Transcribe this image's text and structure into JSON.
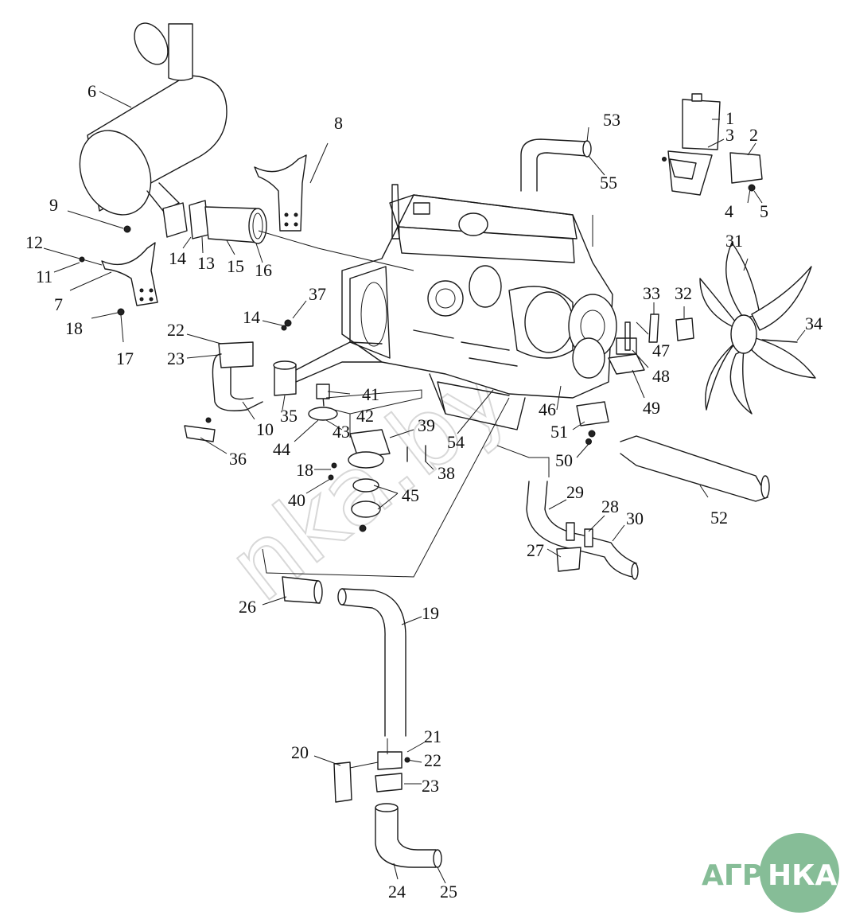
{
  "diagram": {
    "callouts": [
      {
        "id": "c1",
        "text": "1"
      },
      {
        "id": "c2",
        "text": "2"
      },
      {
        "id": "c3",
        "text": "3"
      },
      {
        "id": "c4",
        "text": "4"
      },
      {
        "id": "c5",
        "text": "5"
      },
      {
        "id": "c6",
        "text": "6"
      },
      {
        "id": "c7",
        "text": "7"
      },
      {
        "id": "c8",
        "text": "8"
      },
      {
        "id": "c9",
        "text": "9"
      },
      {
        "id": "c10",
        "text": "10"
      },
      {
        "id": "c11",
        "text": "11"
      },
      {
        "id": "c12",
        "text": "12"
      },
      {
        "id": "c13",
        "text": "13"
      },
      {
        "id": "c14a",
        "text": "14"
      },
      {
        "id": "c14b",
        "text": "14"
      },
      {
        "id": "c15",
        "text": "15"
      },
      {
        "id": "c16",
        "text": "16"
      },
      {
        "id": "c17",
        "text": "17"
      },
      {
        "id": "c18a",
        "text": "18"
      },
      {
        "id": "c18b",
        "text": "18"
      },
      {
        "id": "c19",
        "text": "19"
      },
      {
        "id": "c20",
        "text": "20"
      },
      {
        "id": "c21",
        "text": "21"
      },
      {
        "id": "c22a",
        "text": "22"
      },
      {
        "id": "c22b",
        "text": "22"
      },
      {
        "id": "c23a",
        "text": "23"
      },
      {
        "id": "c23b",
        "text": "23"
      },
      {
        "id": "c24",
        "text": "24"
      },
      {
        "id": "c25",
        "text": "25"
      },
      {
        "id": "c26",
        "text": "26"
      },
      {
        "id": "c27",
        "text": "27"
      },
      {
        "id": "c28",
        "text": "28"
      },
      {
        "id": "c29",
        "text": "29"
      },
      {
        "id": "c30",
        "text": "30"
      },
      {
        "id": "c31",
        "text": "31"
      },
      {
        "id": "c32",
        "text": "32"
      },
      {
        "id": "c33",
        "text": "33"
      },
      {
        "id": "c34",
        "text": "34"
      },
      {
        "id": "c35",
        "text": "35"
      },
      {
        "id": "c36",
        "text": "36"
      },
      {
        "id": "c37",
        "text": "37"
      },
      {
        "id": "c38",
        "text": "38"
      },
      {
        "id": "c39",
        "text": "39"
      },
      {
        "id": "c40",
        "text": "40"
      },
      {
        "id": "c41",
        "text": "41"
      },
      {
        "id": "c42",
        "text": "42"
      },
      {
        "id": "c43",
        "text": "43"
      },
      {
        "id": "c44",
        "text": "44"
      },
      {
        "id": "c45",
        "text": "45"
      },
      {
        "id": "c46",
        "text": "46"
      },
      {
        "id": "c47",
        "text": "47"
      },
      {
        "id": "c48",
        "text": "48"
      },
      {
        "id": "c49",
        "text": "49"
      },
      {
        "id": "c50",
        "text": "50"
      },
      {
        "id": "c51",
        "text": "51"
      },
      {
        "id": "c52",
        "text": "52"
      },
      {
        "id": "c53",
        "text": "53"
      },
      {
        "id": "c54",
        "text": "54"
      },
      {
        "id": "c55",
        "text": "55"
      }
    ]
  },
  "watermark": {
    "text": "nka.by"
  },
  "logo": {
    "text_left": "АГРО",
    "text_right": "НКА",
    "color": "#86bd97"
  }
}
